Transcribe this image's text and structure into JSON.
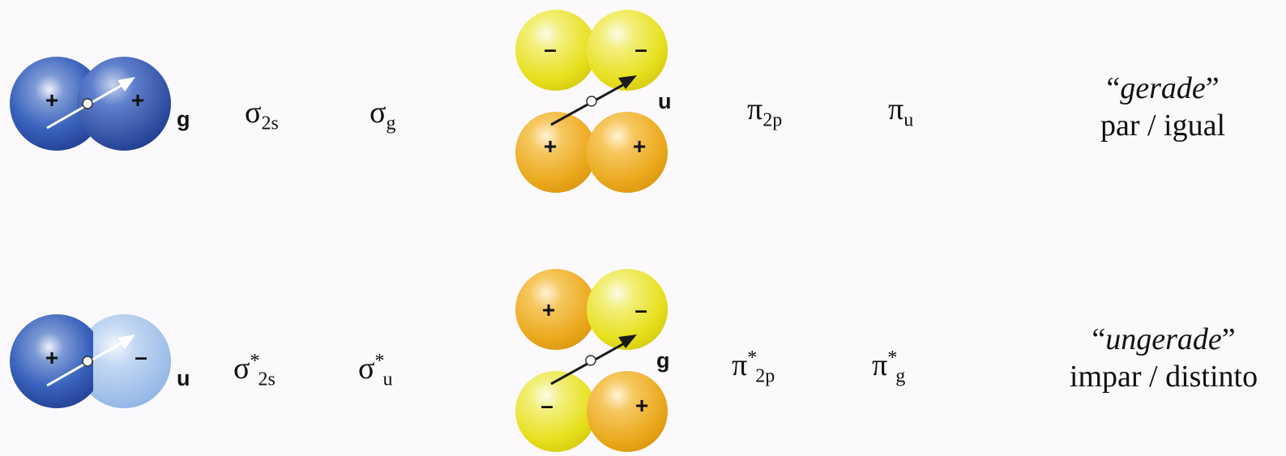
{
  "row1": {
    "sigma": {
      "signs": [
        "+",
        "+"
      ],
      "parity": "g",
      "name_base": "σ",
      "name_sub": "2s",
      "sym_base": "σ",
      "sym_sub": "g"
    },
    "pi": {
      "signs_top": [
        "–",
        "–"
      ],
      "signs_bottom": [
        "+",
        "+"
      ],
      "parity": "u",
      "name_base": "π",
      "name_sub": "2p",
      "sym_base": "π",
      "sym_sub": "u"
    },
    "note": {
      "quote_open": "“",
      "term": "gerade",
      "quote_close": "”",
      "meaning": "par / igual"
    }
  },
  "row2": {
    "sigma": {
      "signs": [
        "+",
        "–"
      ],
      "parity": "u",
      "name_base": "σ",
      "name_sup": "*",
      "name_sub": "2s",
      "sym_base": "σ",
      "sym_sup": "*",
      "sym_sub": "u"
    },
    "pi": {
      "signs_top": [
        "+",
        "–"
      ],
      "signs_bottom": [
        "–",
        "+"
      ],
      "parity": "g",
      "name_base": "π",
      "name_sup": "*",
      "name_sub": "2p",
      "sym_base": "π",
      "sym_sup": "*",
      "sym_sub": "g"
    },
    "note": {
      "quote_open": "“",
      "term": "ungerade",
      "quote_close": "”",
      "meaning": "impar / distinto"
    }
  },
  "colors": {
    "blue_dark": "#2448a8",
    "blue_light": "#a9c7ee",
    "gold": "#ecaa1c",
    "yellow": "#e8e21c"
  }
}
